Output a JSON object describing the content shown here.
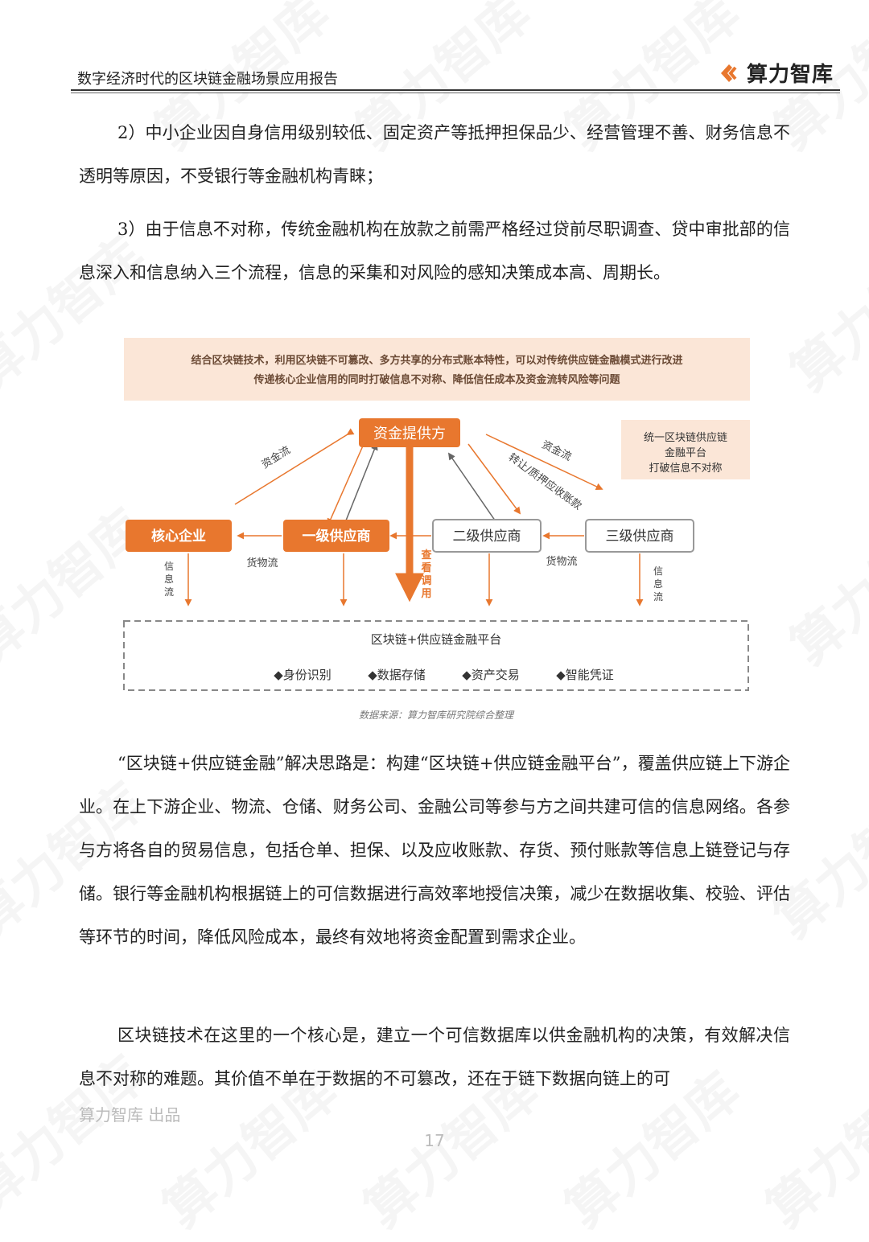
{
  "header": {
    "title": "数字经济时代的区块链金融场景应用报告",
    "logo_text": "算力智库",
    "brand_color": "#e8772e"
  },
  "paragraphs": [
    "2）中小企业因自身信用级别较低、固定资产等抵押担保品少、经营管理不善、财务信息不透明等原因，不受银行等金融机构青睐；",
    "3）由于信息不对称，传统金融机构在放款之前需严格经过贷前尽职调查、贷中审批部的信息深入和信息纳入三个流程，信息的采集和对风险的感知决策成本高、周期长。",
    "“区块链+供应链金融”解决思路是：构建“区块链+供应链金融平台”，覆盖供应链上下游企业。在上下游企业、物流、仓储、财务公司、金融公司等参与方之间共建可信的信息网络。各参与方将各自的贸易信息，包括仓单、担保、以及应收账款、存货、预付账款等信息上链登记与存储。银行等金融机构根据链上的可信数据进行高效率地授信决策，减少在数据收集、校验、评估等环节的时间，降低风险成本，最终有效地将资金配置到需求企业。",
    "区块链技术在这里的一个核心是，建立一个可信数据库以供金融机构的决策，有效解决信息不对称的难题。其价值不单在于数据的不可篡改，还在于链下数据向链上的可"
  ],
  "figure": {
    "banner_line1": "结合区块链技术，利用区块链不可篡改、多方共享的分布式账本特性，可以对传统供应链金融模式进行改进",
    "banner_line2": "传递核心企业信用的同时打破信息不对称、降低信任成本及资金流转风险等问题",
    "nodes": {
      "provider": "资金提供方",
      "core": "核心企业",
      "tier1": "一级供应商",
      "tier2": "二级供应商",
      "tier3": "三级供应商"
    },
    "note_lines": [
      "统一区块链供应链",
      "金融平台",
      "打破信息不对称"
    ],
    "labels": {
      "capital_flow_left": "资金流",
      "capital_flow_right": "资金流",
      "transfer": "转让/质押应收账款",
      "goods_flow_left": "货物流",
      "goods_flow_right": "货物流",
      "info_flow_left": "信息流",
      "info_flow_right": "信息流",
      "query": "查看调用"
    },
    "platform_title": "区块链+供应链金融平台",
    "platform_features": [
      "◆身份识别",
      "◆数据存储",
      "◆资产交易",
      "◆智能凭证"
    ],
    "source": "数据来源：算力智库研究院综合整理"
  },
  "footer": {
    "left": "算力智库 出品",
    "page_number": "17"
  },
  "watermark_text": "算力智库"
}
